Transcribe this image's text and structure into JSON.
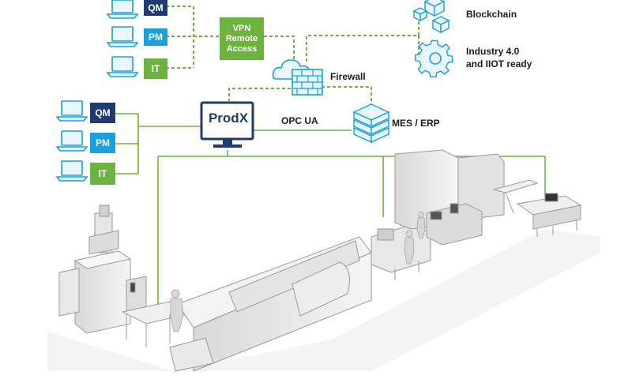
{
  "remote": {
    "qm": "QM",
    "pm": "PM",
    "it": "IT"
  },
  "local": {
    "qm": "QM",
    "pm": "PM",
    "it": "IT"
  },
  "vpn": {
    "line1": "VPN",
    "line2": "Remote",
    "line3": "Access"
  },
  "labels": {
    "blockchain": "Blockchain",
    "industry_line1": "Industry 4.0",
    "industry_line2": "and IIOT ready",
    "firewall": "Firewall",
    "opcua": "OPC UA",
    "mes": "MES / ERP",
    "prodx": "ProdX"
  },
  "colors": {
    "navy": "#1f3b73",
    "blue": "#1aa0dc",
    "green": "#6cb33f",
    "line_green": "#6cb33f",
    "gray_line": "#9aa0a6"
  }
}
